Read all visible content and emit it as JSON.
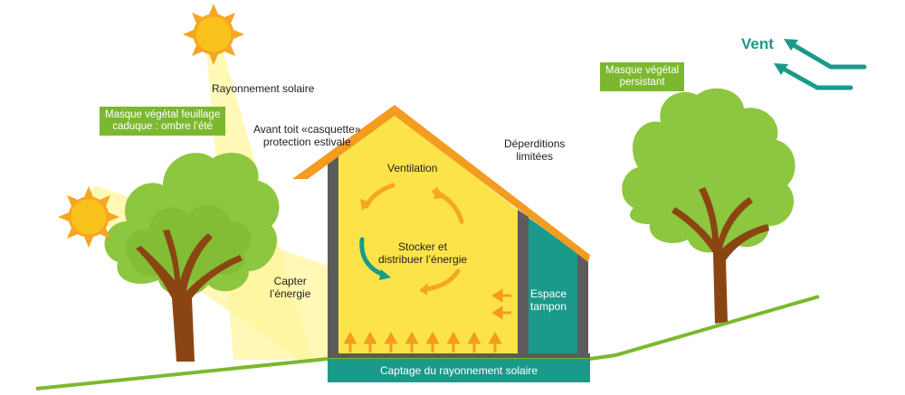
{
  "labels": {
    "rayonnement": "Rayonnement solaire",
    "avant_toit_1": "Avant toit «casquette»",
    "avant_toit_2": "protection estivale",
    "deperditions_1": "Déperditions",
    "deperditions_2": "limitées",
    "ventilation": "Ventilation",
    "stocker_1": "Stocker et",
    "stocker_2": "distribuer l’énergie",
    "capter_1": "Capter",
    "capter_2": "l’énergie",
    "espace_1": "Espace",
    "espace_2": "tampon",
    "captage": "Captage du rayonnement solaire",
    "vent": "Vent"
  },
  "boxes": {
    "masque_caduque_1": "Masque végétal feuillage",
    "masque_caduque_2": "caduque : ombre l’été",
    "masque_persistant_1": "Masque végétal",
    "masque_persistant_2": "persistant"
  },
  "icons": [
    "sun-icon",
    "tree-icon",
    "wind-arrow-icon",
    "circulation-arrow-icon",
    "heat-arrow-icon"
  ],
  "colors": {
    "sun": "#f9c21a",
    "sun_rays": "#f5a623",
    "roof": "#f39c1f",
    "house_interior": "#fde34a",
    "wall": "#5b5b5b",
    "buffer": "#1a9a8a",
    "foliage": "#7cb82f",
    "trunk": "#8b4513",
    "ground": "#7cb82f",
    "light_beam": "#fff59d"
  }
}
